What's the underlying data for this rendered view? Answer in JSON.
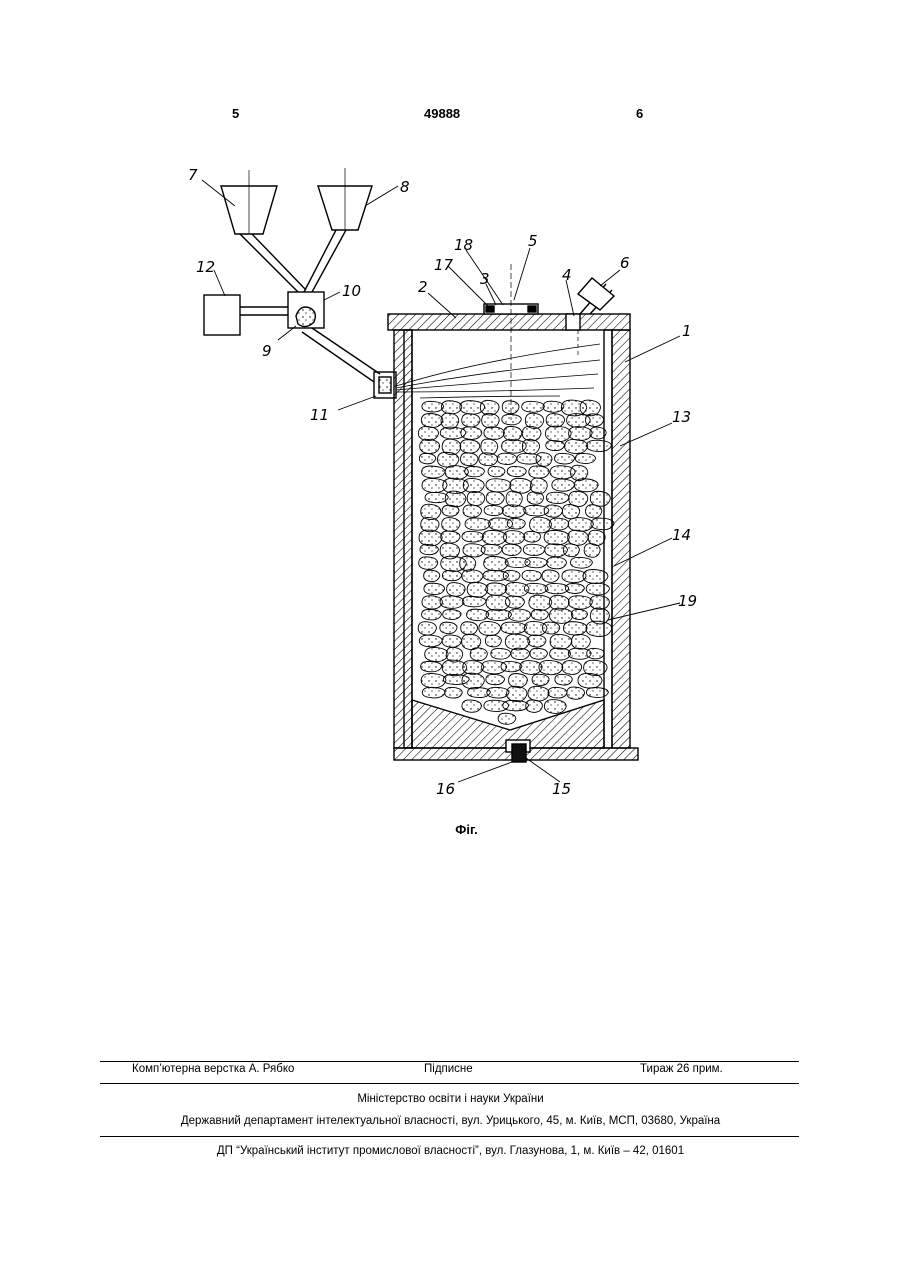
{
  "header": {
    "left_page": "5",
    "patent_number": "49888",
    "right_page": "6"
  },
  "figure": {
    "caption": "Фіг.",
    "labels": [
      "1",
      "2",
      "3",
      "4",
      "5",
      "6",
      "7",
      "8",
      "9",
      "10",
      "11",
      "12",
      "13",
      "14",
      "15",
      "16",
      "17",
      "18",
      "19"
    ]
  },
  "footer": {
    "typesetting": "Комп’ютерна верстка А. Рябко",
    "subscription": "Підписне",
    "circulation": "Тираж 26 прим.",
    "ministry": "Міністерство освіти і науки України",
    "department": "Державний департамент інтелектуальної власності, вул. Урицького, 45, м. Київ, МСП, 03680, Україна",
    "institute": "ДП “Український інститут промислової власності”, вул. Глазунова, 1, м. Київ – 42, 01601"
  }
}
